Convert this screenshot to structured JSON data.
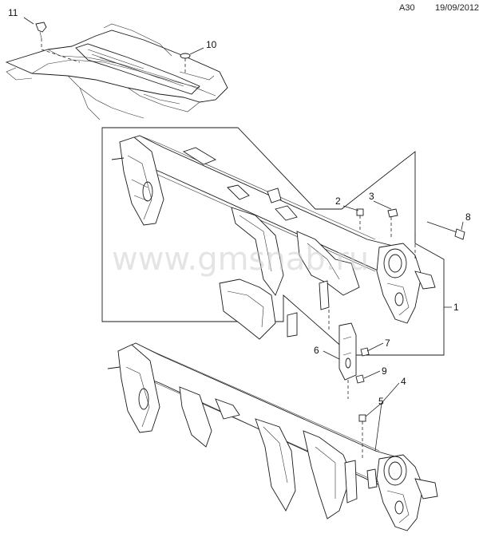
{
  "header": {
    "code": "A30",
    "date": "19/09/2012"
  },
  "watermark": "www.gmsnab.ru",
  "callouts": [
    "1",
    "2",
    "3",
    "4",
    "5",
    "6",
    "7",
    "8",
    "9",
    "10",
    "11"
  ],
  "colors": {
    "line": "#1a1a1a",
    "background": "#ffffff",
    "watermark": "#cfcfcf"
  }
}
